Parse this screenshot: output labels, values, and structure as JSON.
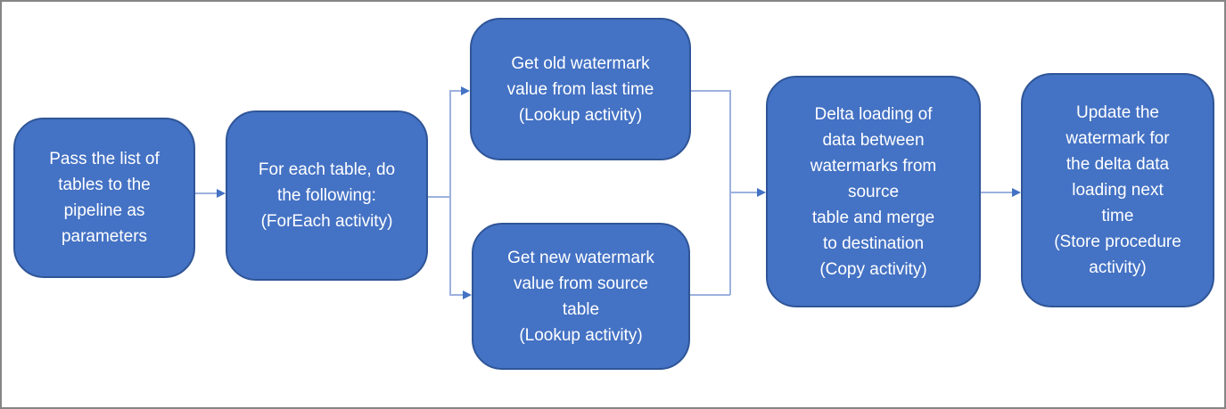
{
  "frame": {
    "background_color": "#ffffff",
    "border_color": "#858585"
  },
  "diagram": {
    "type": "flowchart",
    "colors": {
      "node_fill": "#4472c4",
      "node_border": "#2f5597",
      "node_text": "#ffffff",
      "connector_line": "#9db1de",
      "arrowhead": "#4472c4"
    },
    "nodes": [
      {
        "id": "pass-list",
        "label": "Pass the list of\ntables to the\npipeline as\nparameters"
      },
      {
        "id": "foreach",
        "label": "For each table, do\nthe following:\n(ForEach activity)"
      },
      {
        "id": "get-old-watermark",
        "label": "Get old watermark\nvalue from last time\n(Lookup activity)"
      },
      {
        "id": "get-new-watermark",
        "label": "Get new watermark\nvalue from source\ntable\n(Lookup activity)"
      },
      {
        "id": "delta-copy",
        "label": "Delta loading of\ndata between\nwatermarks from\nsource\ntable and merge\nto destination\n(Copy activity)"
      },
      {
        "id": "update-watermark",
        "label": "Update the\nwatermark for\nthe delta data\nloading next\ntime\n(Store procedure\nactivity)"
      }
    ],
    "edges": [
      {
        "from": "pass-list",
        "to": "foreach"
      },
      {
        "from": "foreach",
        "to": "get-old-watermark"
      },
      {
        "from": "foreach",
        "to": "get-new-watermark"
      },
      {
        "from": "get-old-watermark",
        "to": "delta-copy"
      },
      {
        "from": "get-new-watermark",
        "to": "delta-copy"
      },
      {
        "from": "delta-copy",
        "to": "update-watermark"
      }
    ]
  }
}
